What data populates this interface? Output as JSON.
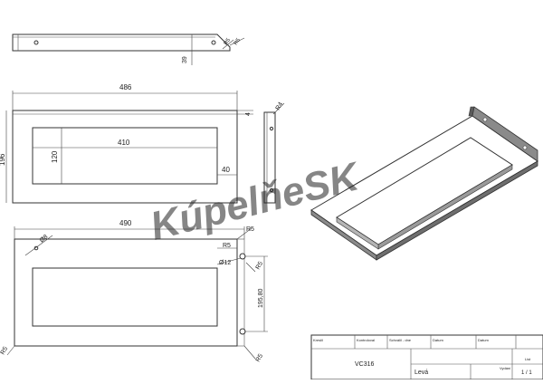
{
  "views": {
    "side": {
      "dims": [
        "39",
        "R5",
        "R5"
      ]
    },
    "top": {
      "dims": [
        "486",
        "196",
        "410",
        "120",
        "40",
        "4"
      ]
    },
    "end": {
      "dims": [
        "R4"
      ]
    },
    "bottom": {
      "dims": [
        "490",
        "R5",
        "Ø8",
        "R5",
        "Ø12",
        "R5",
        "195,80",
        "R5",
        "R5"
      ]
    }
  },
  "watermark": "KúpelňeSK",
  "title_block": {
    "headers": [
      "Kreslil",
      "Kontroloval",
      "Schválil - dne",
      "Datum",
      "Datum"
    ],
    "drawing_no": "VC316",
    "designation": "Levá",
    "edition_label": "Vydání",
    "sheet_label": "List",
    "sheet_value": "1 / 1"
  },
  "colors": {
    "line": "#333333",
    "solid_gray": "#8a8a8a",
    "watermark": "#cfd6e0"
  }
}
